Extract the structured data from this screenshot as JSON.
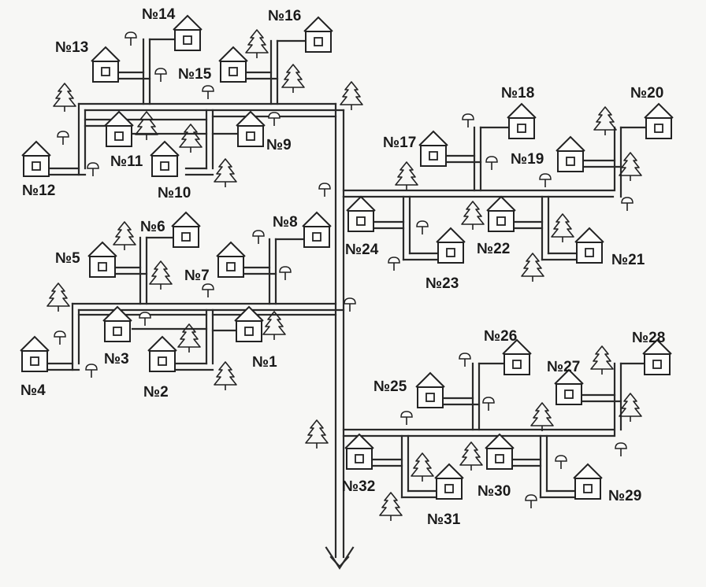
{
  "houses": [
    {
      "n": 1,
      "label": "№1"
    },
    {
      "n": 2,
      "label": "№2"
    },
    {
      "n": 3,
      "label": "№3"
    },
    {
      "n": 4,
      "label": "№4"
    },
    {
      "n": 5,
      "label": "№5"
    },
    {
      "n": 6,
      "label": "№6"
    },
    {
      "n": 7,
      "label": "№7"
    },
    {
      "n": 8,
      "label": "№8"
    },
    {
      "n": 9,
      "label": "№9"
    },
    {
      "n": 10,
      "label": "№10"
    },
    {
      "n": 11,
      "label": "№11"
    },
    {
      "n": 12,
      "label": "№12"
    },
    {
      "n": 13,
      "label": "№13"
    },
    {
      "n": 14,
      "label": "№14"
    },
    {
      "n": 15,
      "label": "№15"
    },
    {
      "n": 16,
      "label": "№16"
    },
    {
      "n": 17,
      "label": "№17"
    },
    {
      "n": 18,
      "label": "№18"
    },
    {
      "n": 19,
      "label": "№19"
    },
    {
      "n": 20,
      "label": "№20"
    },
    {
      "n": 21,
      "label": "№21"
    },
    {
      "n": 22,
      "label": "№22"
    },
    {
      "n": 23,
      "label": "№23"
    },
    {
      "n": 24,
      "label": "№24"
    },
    {
      "n": 25,
      "label": "№25"
    },
    {
      "n": 26,
      "label": "№26"
    },
    {
      "n": 27,
      "label": "№27"
    },
    {
      "n": 28,
      "label": "№28"
    },
    {
      "n": 29,
      "label": "№29"
    },
    {
      "n": 30,
      "label": "№30"
    },
    {
      "n": 31,
      "label": "№31"
    },
    {
      "n": 32,
      "label": "№32"
    }
  ],
  "icons": {
    "house": "house-icon",
    "tree": "fir-tree-icon",
    "mushroom": "mushroom-icon",
    "exit": "down-arrow-icon"
  }
}
